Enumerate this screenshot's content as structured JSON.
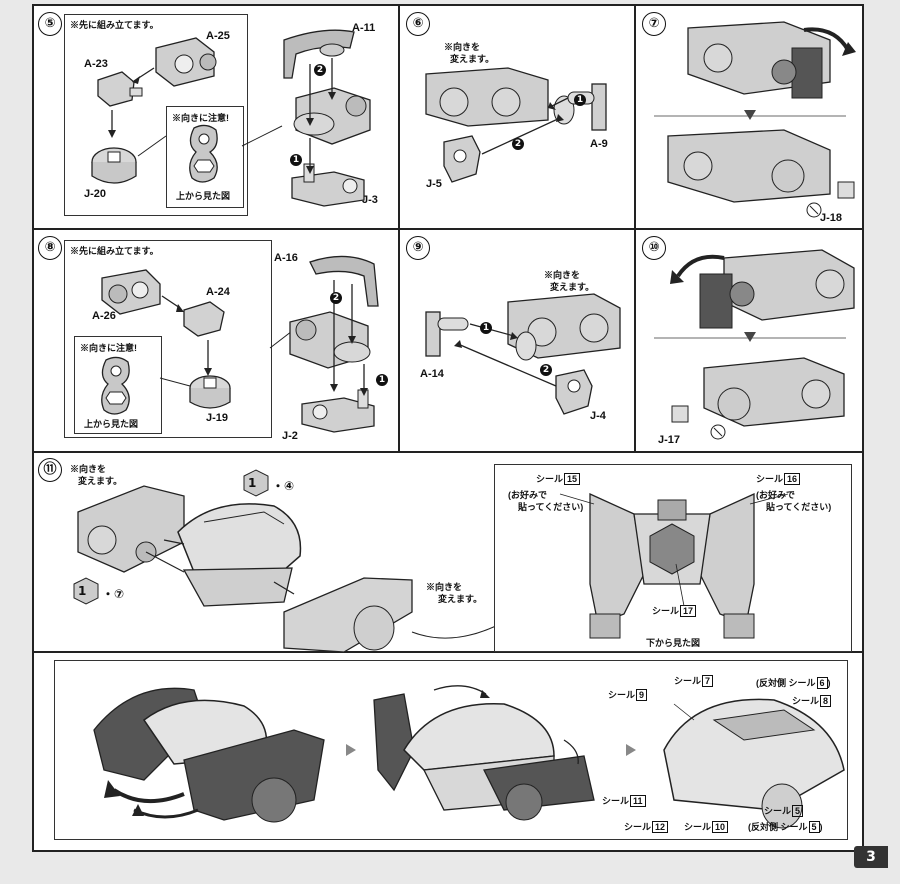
{
  "page_number": "3",
  "step5": {
    "num": "⑤",
    "note": "※先に組み立てます。",
    "parts": [
      "A-25",
      "A-23",
      "J-20",
      "A-11",
      "J-3"
    ],
    "caution": "※向きに注意!",
    "caution_sub": "上から見た図"
  },
  "step6": {
    "num": "⑥",
    "note_line1": "※向きを",
    "note_line2": "変えます。",
    "parts": [
      "A-9",
      "J-5"
    ]
  },
  "step7": {
    "num": "⑦",
    "parts": [
      "J-18"
    ]
  },
  "step8": {
    "num": "⑧",
    "note": "※先に組み立てます。",
    "parts": [
      "A-26",
      "A-24",
      "J-19",
      "A-16",
      "J-2"
    ],
    "caution": "※向きに注意!",
    "caution_sub": "上から見た図"
  },
  "step9": {
    "num": "⑨",
    "note_line1": "※向きを",
    "note_line2": "変えます。",
    "parts": [
      "A-14",
      "J-4"
    ]
  },
  "step10": {
    "num": "⑩",
    "parts": [
      "J-17"
    ]
  },
  "step11": {
    "num": "⑪",
    "note_top_line1": "※向きを",
    "note_top_line2": "変えます。",
    "ref1_a": "1",
    "ref1_b": "・④",
    "ref2_a": "1",
    "ref2_b": "・⑦",
    "note_right_line1": "※向きを",
    "note_right_line2": "変えます。",
    "bottom_view": {
      "seal_prefix": "シール",
      "seal15": "15",
      "seal16": "16",
      "seal17": "17",
      "optional_line1": "(お好みで",
      "optional_line2": "貼ってください)",
      "caption": "下から見た図"
    }
  },
  "final": {
    "seal_prefix": "シール",
    "seals": [
      "9",
      "7",
      "8",
      "11",
      "12",
      "10",
      "5"
    ],
    "opposite_prefix": "(反対側",
    "opposite_seal_a": "6",
    "opposite_seal_b": "5",
    "close_paren": ")"
  },
  "colors": {
    "frame": "#222222",
    "part_gray": "#c8c8c8",
    "dark_part": "#555555",
    "number_badge": "#111111"
  },
  "num_badges": [
    "1",
    "2"
  ]
}
